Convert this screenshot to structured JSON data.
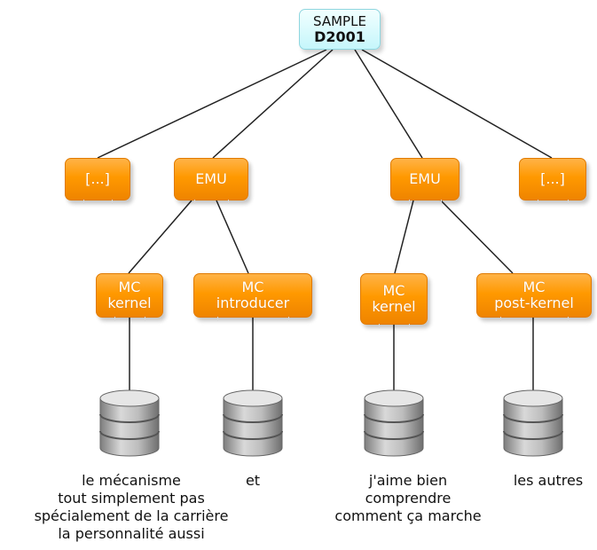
{
  "root": {
    "tag": "SAMPLE",
    "id": "D2001"
  },
  "level1": [
    {
      "label": "[...]"
    },
    {
      "label": "EMU"
    },
    {
      "label": "EMU"
    },
    {
      "label": "[...]"
    }
  ],
  "level2": [
    {
      "line1": "MC",
      "line2": "kernel"
    },
    {
      "line1": "MC",
      "line2": "introducer"
    },
    {
      "line1": "MC",
      "line2": "kernel"
    },
    {
      "line1": "MC",
      "line2": "post-kernel"
    }
  ],
  "databases": [
    {
      "icon": "database-icon",
      "caption": [
        "le mécanisme",
        "tout simplement pas",
        "spécialement de la carrière",
        "la personnalité aussi"
      ]
    },
    {
      "icon": "database-icon",
      "caption": [
        "et"
      ]
    },
    {
      "icon": "database-icon",
      "caption": [
        "j'aime bien",
        "comprendre",
        "comment ça marche"
      ]
    },
    {
      "icon": "database-icon",
      "caption": [
        "les autres"
      ]
    }
  ],
  "colors": {
    "node_orange": "#ff9900",
    "root_cyan": "#c6f6fb",
    "edge": "#222222",
    "db_gray": "#9a9a9a"
  }
}
